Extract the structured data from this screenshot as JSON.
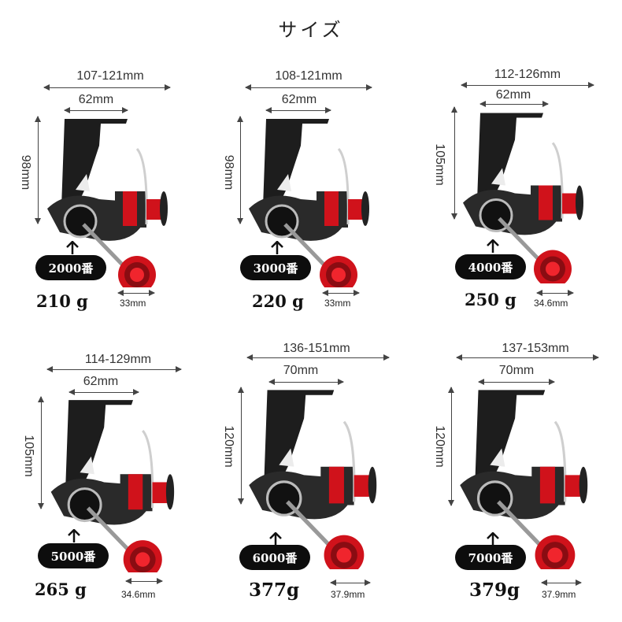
{
  "title": "サイズ",
  "models": [
    {
      "label": "2000番",
      "overall_length": "107-121mm",
      "spool_width": "62mm",
      "height": "98mm",
      "weight": "210 g",
      "knob": "33mm"
    },
    {
      "label": "3000番",
      "overall_length": "108-121mm",
      "spool_width": "62mm",
      "height": "98mm",
      "weight": "220 g",
      "knob": "33mm"
    },
    {
      "label": "4000番",
      "overall_length": "112-126mm",
      "spool_width": "62mm",
      "height": "105mm",
      "weight": "250 g",
      "knob": "34.6mm"
    },
    {
      "label": "5000番",
      "overall_length": "114-129mm",
      "spool_width": "62mm",
      "height": "105mm",
      "weight": "265 g",
      "knob": "34.6mm"
    },
    {
      "label": "6000番",
      "overall_length": "136-151mm",
      "spool_width": "70mm",
      "height": "120mm",
      "weight": "377g",
      "knob": "37.9mm"
    },
    {
      "label": "7000番",
      "overall_length": "137-153mm",
      "spool_width": "70mm",
      "height": "120mm",
      "weight": "379g",
      "knob": "37.9mm"
    }
  ],
  "colors": {
    "accent_red": "#d0121b",
    "reel_black": "#1a1a1a",
    "badge_bg": "#0d0d0d"
  }
}
